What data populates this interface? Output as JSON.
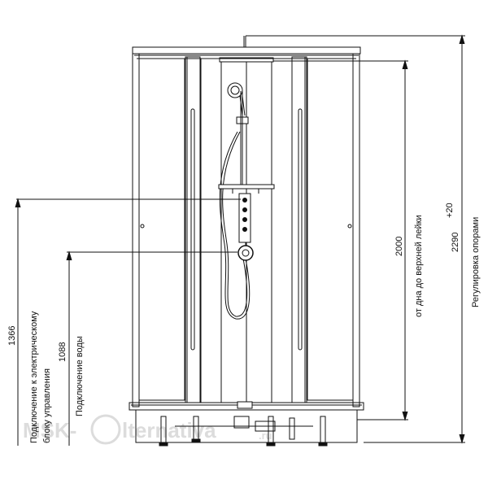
{
  "dimensions": {
    "total_height": {
      "value": "2290",
      "tolerance": "+20",
      "caption": "Регулировка опорами"
    },
    "height_to_shower": {
      "value": "2000",
      "caption": "от дна до верхней лейки"
    },
    "electrical_connection": {
      "value": "1366",
      "caption_line1": "Подключение к электрическому",
      "caption_line2": "блоку управления"
    },
    "water_connection": {
      "value": "1088",
      "caption": "Подключение воды"
    }
  },
  "watermark": {
    "left": "MSK-",
    "right": "lternativa",
    "suffix": ".ru"
  },
  "colors": {
    "line": "#111111",
    "watermark": "#dcdcdc"
  }
}
